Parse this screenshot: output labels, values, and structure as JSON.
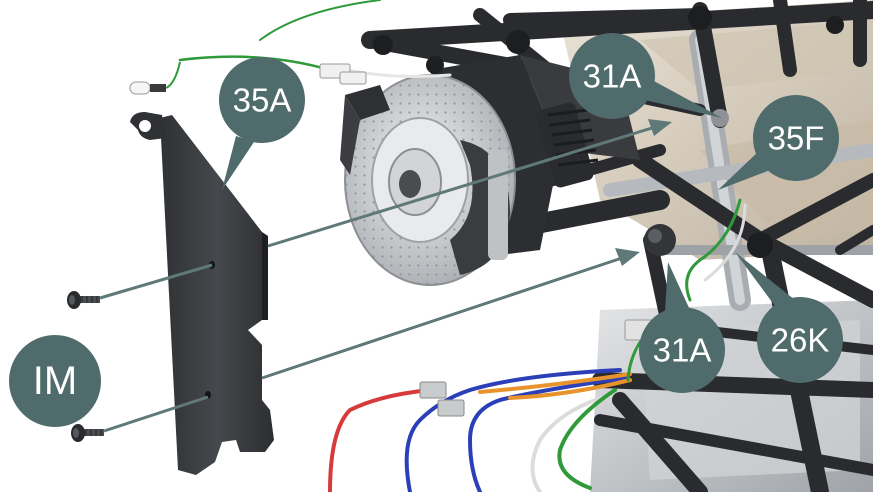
{
  "labels": {
    "part_35a": "35A",
    "part_31a_top": "31A",
    "part_35f": "35F",
    "part_31a_bottom": "31A",
    "part_26k": "26K",
    "screws_im": "IM"
  },
  "colors": {
    "bubble": "#4f6b6b",
    "leader": "#5f7878",
    "panel": "#3b3d40",
    "chassis_tube": "#2a2b2e",
    "chassis_silver": "#b9bcbf",
    "floor": "#d9cfc0",
    "disc": "#d6d8da",
    "hub": "#ececec",
    "wire_red": "#d63a3a",
    "wire_blue": "#2b3fb8",
    "wire_orange": "#e8932c",
    "wire_white": "#f4f4f4",
    "wire_green": "#2f9a3a"
  }
}
